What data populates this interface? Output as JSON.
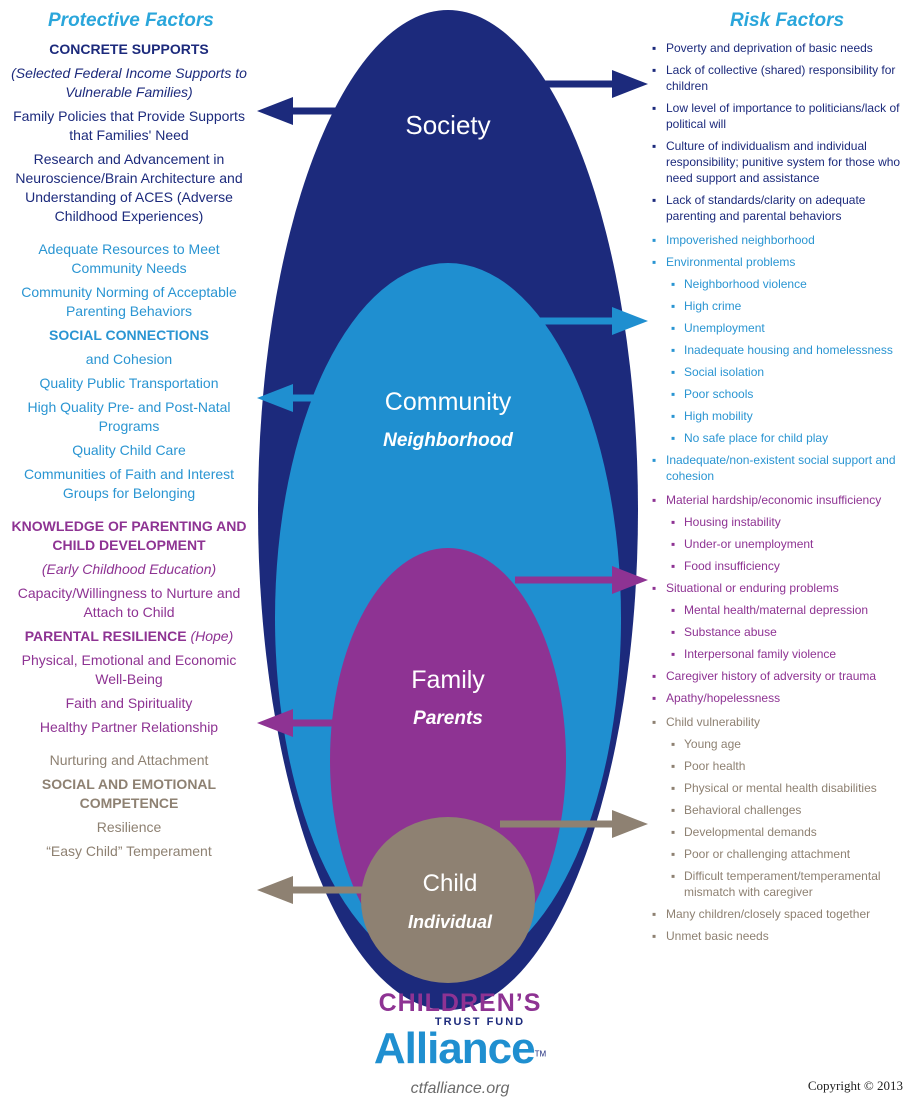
{
  "colors": {
    "society": "#1c2a7c",
    "community": "#1f8fd0",
    "family": "#8e3393",
    "child": "#8e8172",
    "heading": "#2aa6db",
    "community_text": "#2a95d2"
  },
  "headings": {
    "protective": "Protective Factors",
    "risk": "Risk Factors"
  },
  "levels": {
    "society": {
      "title": "Society"
    },
    "community": {
      "title": "Community",
      "subtitle": "Neighborhood"
    },
    "family": {
      "title": "Family",
      "subtitle": "Parents"
    },
    "child": {
      "title": "Child",
      "subtitle": "Individual"
    }
  },
  "protective": {
    "society": [
      {
        "text": "CONCRETE SUPPORTS",
        "style": "bold"
      },
      {
        "text": "(Selected Federal Income Supports to Vulnerable Families)",
        "style": "italic"
      },
      {
        "text": "Family Policies that Provide Supports that Families' Need",
        "style": "normal"
      },
      {
        "text": "Research and Advancement in Neuroscience/Brain Architecture and Understanding of ACES (Adverse Childhood Experiences)",
        "style": "normal"
      }
    ],
    "community": [
      {
        "text": "Adequate Resources to Meet Community Needs",
        "style": "normal"
      },
      {
        "text": "Community Norming of Acceptable Parenting Behaviors",
        "style": "normal"
      },
      {
        "text": "SOCIAL CONNECTIONS",
        "style": "bold"
      },
      {
        "text": "and Cohesion",
        "style": "normal"
      },
      {
        "text": "Quality Public Transportation",
        "style": "normal"
      },
      {
        "text": "High Quality Pre- and Post-Natal Programs",
        "style": "normal"
      },
      {
        "text": "Quality Child Care",
        "style": "normal"
      },
      {
        "text": "Communities of Faith and Interest Groups for Belonging",
        "style": "normal"
      }
    ],
    "family": [
      {
        "text": "KNOWLEDGE OF PARENTING AND CHILD DEVELOPMENT",
        "style": "bold"
      },
      {
        "text": "(Early Childhood Education)",
        "style": "italic"
      },
      {
        "text": "Capacity/Willingness to Nurture and Attach to Child",
        "style": "normal"
      },
      {
        "text": "PARENTAL RESILIENCE",
        "style": "bold",
        "suffix": "(Hope)"
      },
      {
        "text": "Physical, Emotional and Economic Well-Being",
        "style": "normal"
      },
      {
        "text": "Faith and Spirituality",
        "style": "normal"
      },
      {
        "text": "Healthy Partner Relationship",
        "style": "normal"
      }
    ],
    "child": [
      {
        "text": "Nurturing and Attachment",
        "style": "normal"
      },
      {
        "text": "SOCIAL AND EMOTIONAL COMPETENCE",
        "style": "bold"
      },
      {
        "text": "Resilience",
        "style": "normal"
      },
      {
        "text": "“Easy Child” Temperament",
        "style": "normal"
      }
    ]
  },
  "risk": {
    "society": [
      {
        "text": "Poverty and deprivation of basic needs",
        "level": 1
      },
      {
        "text": "Lack of collective (shared) responsibility for children",
        "level": 1
      },
      {
        "text": "Low level of importance to politicians/lack of political will",
        "level": 1
      },
      {
        "text": "Culture of individualism and individual responsibility; punitive system for those who need support and assistance",
        "level": 1
      },
      {
        "text": "Lack of standards/clarity on adequate parenting and parental behaviors",
        "level": 1
      }
    ],
    "community": [
      {
        "text": "Impoverished neighborhood",
        "level": 1
      },
      {
        "text": "Environmental problems",
        "level": 1
      },
      {
        "text": "Neighborhood violence",
        "level": 2
      },
      {
        "text": "High crime",
        "level": 2
      },
      {
        "text": "Unemployment",
        "level": 2
      },
      {
        "text": "Inadequate housing and homelessness",
        "level": 2
      },
      {
        "text": "Social isolation",
        "level": 2
      },
      {
        "text": "Poor schools",
        "level": 2
      },
      {
        "text": "High mobility",
        "level": 2
      },
      {
        "text": "No safe place for child play",
        "level": 2
      },
      {
        "text": "Inadequate/non-existent social support and cohesion",
        "level": 1
      }
    ],
    "family": [
      {
        "text": "Material hardship/economic insufficiency",
        "level": 1
      },
      {
        "text": "Housing instability",
        "level": 2
      },
      {
        "text": "Under-or unemployment",
        "level": 2
      },
      {
        "text": "Food insufficiency",
        "level": 2
      },
      {
        "text": "Situational or enduring problems",
        "level": 1
      },
      {
        "text": "Mental health/maternal depression",
        "level": 2
      },
      {
        "text": "Substance abuse",
        "level": 2
      },
      {
        "text": "Interpersonal family violence",
        "level": 2
      },
      {
        "text": "Caregiver history of adversity or trauma",
        "level": 1
      },
      {
        "text": "Apathy/hopelessness",
        "level": 1
      }
    ],
    "child": [
      {
        "text": "Child vulnerability",
        "level": 1
      },
      {
        "text": "Young age",
        "level": 2
      },
      {
        "text": "Poor health",
        "level": 2
      },
      {
        "text": "Physical or mental health disabilities",
        "level": 2
      },
      {
        "text": "Behavioral challenges",
        "level": 2
      },
      {
        "text": "Developmental demands",
        "level": 2
      },
      {
        "text": "Poor or challenging attachment",
        "level": 2
      },
      {
        "text": "Difficult temperament/temperamental mismatch with caregiver",
        "level": 2
      },
      {
        "text": "Many children/closely spaced together",
        "level": 1
      },
      {
        "text": "Unmet basic needs",
        "level": 1
      }
    ]
  },
  "logo": {
    "line1": "CHILDREN’S",
    "line2": "TRUST FUND",
    "line3": "Alliance",
    "tm": "TM",
    "url": "ctfalliance.org"
  },
  "copyright": "Copyright © 2013"
}
